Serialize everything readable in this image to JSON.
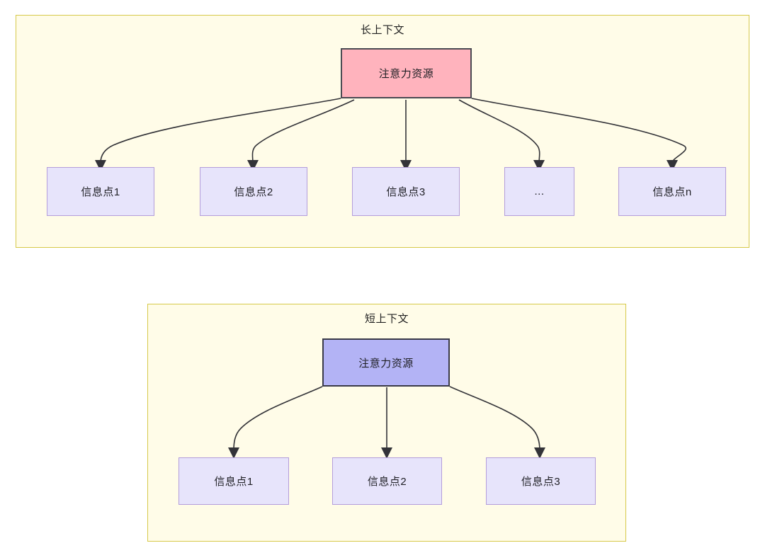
{
  "diagram": {
    "title": "",
    "sections": [
      {
        "id": "long-context",
        "title": "长上下文",
        "root": {
          "label": "注意力资源",
          "fill": "#ffb3bd",
          "stroke": "#4a4a52"
        },
        "leaves": [
          {
            "label": "信息点1"
          },
          {
            "label": "信息点2"
          },
          {
            "label": "信息点3"
          },
          {
            "label": "..."
          },
          {
            "label": "信息点n"
          }
        ],
        "leaf_fill": "#e7e4fb",
        "leaf_stroke": "#b39ddb"
      },
      {
        "id": "short-context",
        "title": "短上下文",
        "root": {
          "label": "注意力资源",
          "fill": "#b3b3f5",
          "stroke": "#3a3a48"
        },
        "leaves": [
          {
            "label": "信息点1"
          },
          {
            "label": "信息点2"
          },
          {
            "label": "信息点3"
          }
        ],
        "leaf_fill": "#e7e4fb",
        "leaf_stroke": "#b39ddb"
      }
    ],
    "panel_fill": "#fffce8",
    "panel_stroke": "#d6c94a",
    "edge_color": "#333338"
  }
}
